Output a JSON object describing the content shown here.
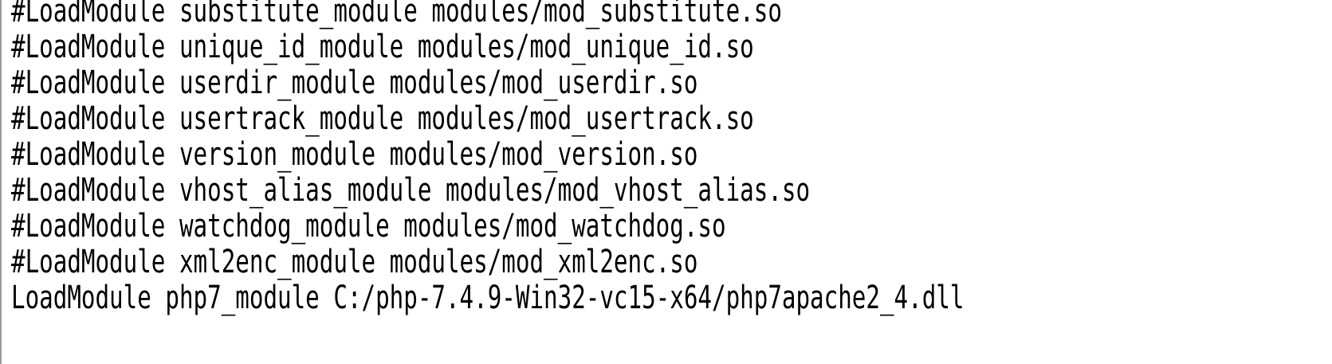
{
  "editor": {
    "lines": [
      "#LoadModule substitute_module modules/mod_substitute.so",
      "#LoadModule unique_id_module modules/mod_unique_id.so",
      "#LoadModule userdir_module modules/mod_userdir.so",
      "#LoadModule usertrack_module modules/mod_usertrack.so",
      "#LoadModule version_module modules/mod_version.so",
      "#LoadModule vhost_alias_module modules/mod_vhost_alias.so",
      "#LoadModule watchdog_module modules/mod_watchdog.so",
      "#LoadModule xml2enc_module modules/mod_xml2enc.so",
      "LoadModule php7_module C:/php-7.4.9-Win32-vc15-x64/php7apache2_4.dll"
    ]
  }
}
